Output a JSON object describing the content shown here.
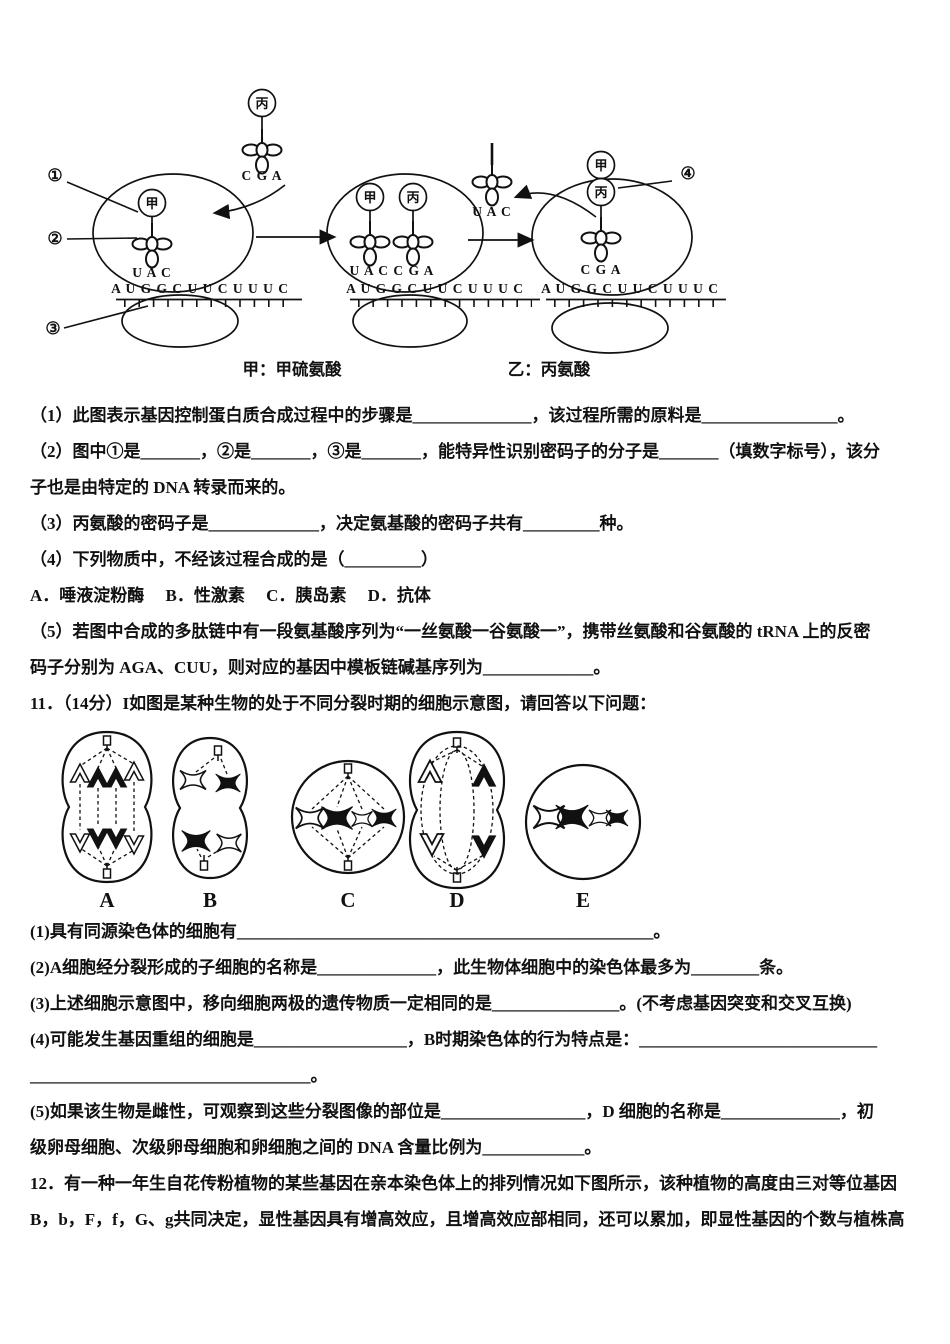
{
  "figure_translation": {
    "marks": [
      "①",
      "②",
      "③",
      "④"
    ],
    "incoming_trna": {
      "amino": "丙",
      "anticodon": "C G A"
    },
    "ribosome1": {
      "amino": "甲",
      "anticodon": "U A C",
      "mrna": "A U G G C U U C U U U C"
    },
    "ribosome2": {
      "amino1": "甲",
      "amino2": "丙",
      "anticodon": "U A C C G A",
      "mrna": "A U G G C U U C U U U C"
    },
    "leaving_trna": {
      "anticodon": "U A C"
    },
    "ribosome3": {
      "amino1": "甲",
      "amino2": "丙",
      "anticodon": "C G A",
      "mrna": "A U G G C U U C U U U C"
    },
    "caption_jia": "甲：甲硫氨酸",
    "caption_yi": "乙：丙氨酸"
  },
  "q10": {
    "lines": [
      "（1）此图表示基因控制蛋白质合成过程中的步骤是______________，该过程所需的原料是________________。",
      "（2）图中①是_______，②是_______，③是_______，能特异性识别密码子的分子是_______（填数字标号），该分",
      "子也是由特定的 DNA 转录而来的。",
      "（3）丙氨酸的密码子是_____________，决定氨基酸的密码子共有_________种。",
      "（4）下列物质中，不经该过程合成的是（_________）",
      "A．唾液淀粉酶　 B．性激素　 C．胰岛素　 D．抗体",
      "（5）若图中合成的多肽链中有一段氨基酸序列为“一丝氨酸一谷氨酸一”，携带丝氨酸和谷氨酸的 tRNA 上的反密",
      "码子分别为 AGA、CUU，则对应的基因中模板链碱基序列为_____________。"
    ]
  },
  "q11": {
    "intro": "11．（14分）I如图是某种生物的处于不同分裂时期的细胞示意图，请回答以下问题：",
    "cell_labels": [
      "A",
      "B",
      "C",
      "D",
      "E"
    ],
    "lines": [
      "(1)具有同源染色体的细胞有_________________________________________________。",
      "(2)A细胞经分裂形成的子细胞的名称是______________，此生物体细胞中的染色体最多为________条。",
      "(3)上述细胞示意图中，移向细胞两极的遗传物质一定相同的是_______________。(不考虑基因突变和交叉互换)",
      "(4)可能发生基因重组的细胞是__________________，B时期染色体的行为特点是：____________________________",
      "_________________________________。",
      "(5)如果该生物是雌性，可观察到这些分裂图像的部位是_________________，D 细胞的名称是______________，初",
      "级卵母细胞、次级卵母细胞和卵细胞之间的 DNA 含量比例为____________。"
    ]
  },
  "q12": {
    "lines": [
      "12．有一种一年生自花传粉植物的某些基因在亲本染色体上的排列情况如下图所示，该种植物的高度由三对等位基因",
      "B，b，F，f，G、g共同决定，显性基因具有增高效应，且增高效应部相同，还可以累加，即显性基因的个数与植株高"
    ]
  }
}
